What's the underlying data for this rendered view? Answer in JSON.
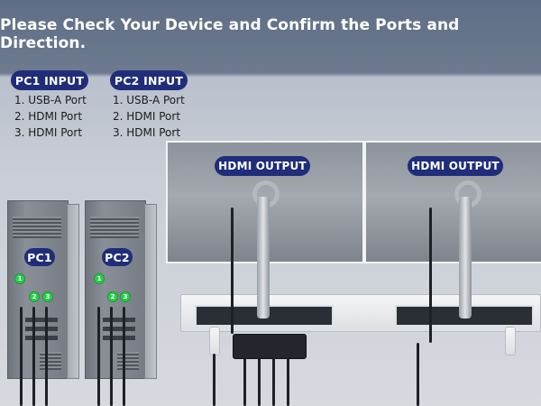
{
  "headline": "Please Check Your Device and Confirm the Ports and Direction.",
  "pc1_input": {
    "title": "PC1 INPUT",
    "ports": [
      "1. USB-A Port",
      "2. HDMI Port",
      "3. HDMI Port"
    ]
  },
  "pc2_input": {
    "title": "PC2 INPUT",
    "ports": [
      "1. USB-A Port",
      "2. HDMI Port",
      "3. HDMI Port"
    ]
  },
  "outputs": [
    "HDMI OUTPUT",
    "HDMI OUTPUT"
  ],
  "pc_labels": [
    "PC1",
    "PC2"
  ],
  "port_markers": [
    "1",
    "2",
    "3"
  ],
  "colors": {
    "pill": "#1f2d7a",
    "marker": "#29d04a",
    "headline_text": "#ffffff"
  }
}
